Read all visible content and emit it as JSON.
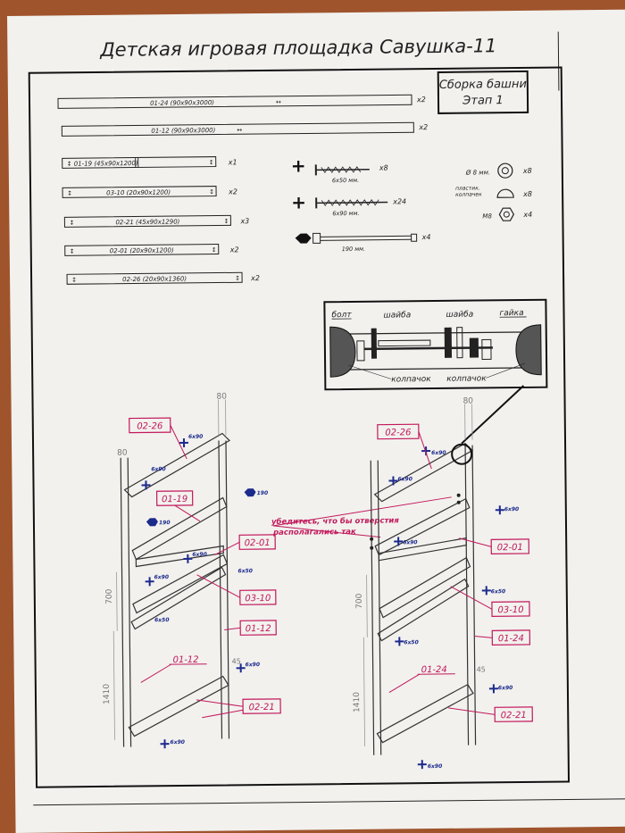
{
  "page": {
    "title": "Детская игровая площадка Савушка-11",
    "stamp_line1": "Сборка башни",
    "stamp_line2": "Этап 1"
  },
  "parts": [
    {
      "label": "01-24 (90x90x3000)",
      "qty": "x2"
    },
    {
      "label": "01-12 (90x90x3000)",
      "qty": "x2"
    },
    {
      "label": "01-19 (45x90x1200)",
      "qty": "x1"
    },
    {
      "label": "03-10 (20x90x1200)",
      "qty": "x2"
    },
    {
      "label": "02-21 (45x90x1290)",
      "qty": "x3"
    },
    {
      "label": "02-01 (20x90x1200)",
      "qty": "x2"
    },
    {
      "label": "02-26 (20x90x1360)",
      "qty": "x2"
    }
  ],
  "hardware": {
    "screw_small": {
      "label": "6x50 мм.",
      "qty": "x8"
    },
    "screw_large": {
      "label": "6x90 мм.",
      "qty": "x24"
    },
    "bolt": {
      "label": "190 мм.",
      "qty": "x4"
    },
    "washer": {
      "label": "Ø 8 мм.",
      "qty": "x8"
    },
    "cap": {
      "label1": "пластик.",
      "label2": "колпачек",
      "qty": "x8"
    },
    "nut": {
      "label": "M8",
      "qty": "x4"
    }
  },
  "detail": {
    "bolt": "болт",
    "washer_left": "шайба",
    "washer_right": "шайба",
    "nut": "гайка",
    "cap_left": "колпачок",
    "cap_right": "колпачок"
  },
  "left_assembly": {
    "tag_0226": "02-26",
    "tag_0119": "01-19",
    "tag_0201": "02-01",
    "tag_0310": "03-10",
    "tag_0112_a": "01-12",
    "tag_0112_b": "01-12",
    "tag_0221": "02-21",
    "dim_80_top": "80",
    "dim_80_side": "80",
    "dim_700": "700",
    "dim_1410": "1410",
    "dim_45": "45",
    "s1": "6x90",
    "s2": "6x90",
    "s3": "6x90",
    "s4": "6x90",
    "s5": "6x90",
    "s6": "6x90",
    "s7": "6x50",
    "s8": "6x50",
    "b1": "190",
    "b2": "190"
  },
  "note": {
    "line1": "убедитесь, что бы отверстия",
    "line2": "располагались так"
  },
  "right_assembly": {
    "tag_0226": "02-26",
    "tag_0201": "02-01",
    "tag_0310": "03-10",
    "tag_0124_a": "01-24",
    "tag_0124_b": "01-24",
    "tag_0221": "02-21",
    "dim_80": "80",
    "dim_700": "700",
    "dim_1410": "1410",
    "dim_45": "45",
    "s1": "6x90",
    "s2": "6x90",
    "s3": "6x90",
    "s4": "6x90",
    "s5": "6x90",
    "s6": "6x90",
    "s7": "6x50",
    "s8": "6x50"
  }
}
